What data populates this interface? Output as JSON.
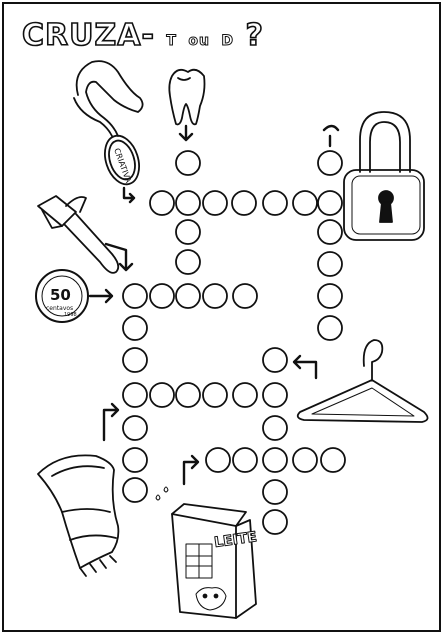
{
  "title": {
    "main": "CRUZA",
    "dash": "-",
    "t": "T",
    "ou": "ou",
    "d": "D",
    "question": "?"
  },
  "pictures": {
    "medal_text": "CRIATIVA",
    "coin_value": "50",
    "coin_unit": "centavos",
    "coin_year": "1998",
    "milk_label": "LEITE"
  },
  "colors": {
    "ink": "#111111",
    "paper": "#ffffff"
  }
}
